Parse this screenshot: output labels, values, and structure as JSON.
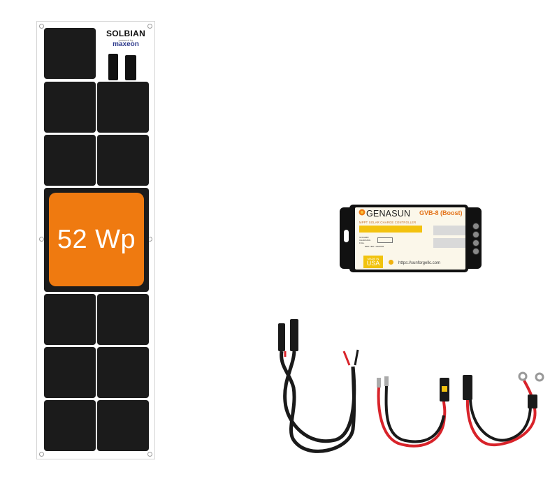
{
  "panel": {
    "brand": "SOLBIAN",
    "powered_by": "powered by",
    "sub_brand": "maxeon",
    "power_rating": "52 Wp"
  },
  "controller": {
    "brand": "GENASUN",
    "model": "GVB-8 (Boost)",
    "subtitle": "MPPT SOLAR CHARGE CONTROLLER",
    "made_in": "MADE IN",
    "country": "USA",
    "url": "https://sunforgellc.com",
    "status_labels": [
      "STANDBY",
      "CHARGING",
      "FULL",
      "RED LED = ERROR"
    ]
  },
  "colors": {
    "cell": "#1b1b1b",
    "badge": "#ef7a10",
    "controller_accent": "#f3c20f",
    "cable_red": "#d8232a",
    "cable_black": "#1a1a1a"
  },
  "icons": [
    "mc4-connector-icon",
    "ring-terminal-icon",
    "sun-logo-icon",
    "fuse-holder-icon"
  ]
}
